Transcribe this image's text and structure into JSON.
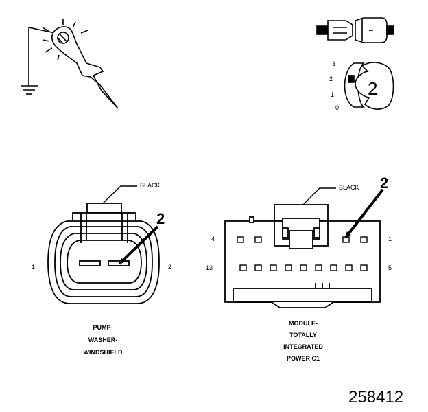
{
  "figure_number": "258412",
  "probe_tool": {},
  "terminal_view": {
    "positions": [
      "3",
      "2",
      "1",
      "0"
    ],
    "terminal_number": "2"
  },
  "connector_left": {
    "color_callout": "BLACK",
    "terminal_callout": "2",
    "pin_left": "1",
    "pin_right": "2",
    "name_lines": [
      "PUMP-",
      "WASHER-",
      "WINDSHIELD"
    ]
  },
  "connector_right": {
    "color_callout": "BLACK",
    "terminal_callout": "2",
    "pin_top_left": "4",
    "pin_top_right": "1",
    "pin_bottom_left": "13",
    "pin_bottom_right": "5",
    "name_lines": [
      "MODULE-",
      "TOTALLY",
      "INTEGRATED",
      "POWER C1"
    ]
  }
}
